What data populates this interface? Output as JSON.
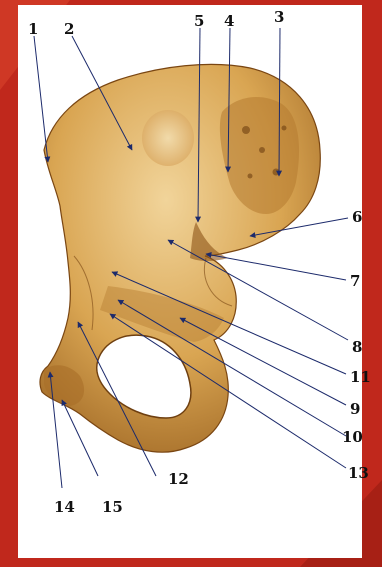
{
  "figure": {
    "background_color": "#c0281c",
    "card_color": "#ffffff",
    "bone_color": "#c8913c",
    "labels": [
      "1",
      "2",
      "3",
      "4",
      "5",
      "6",
      "7",
      "8",
      "9",
      "10",
      "11",
      "12",
      "13",
      "14",
      "15"
    ]
  }
}
